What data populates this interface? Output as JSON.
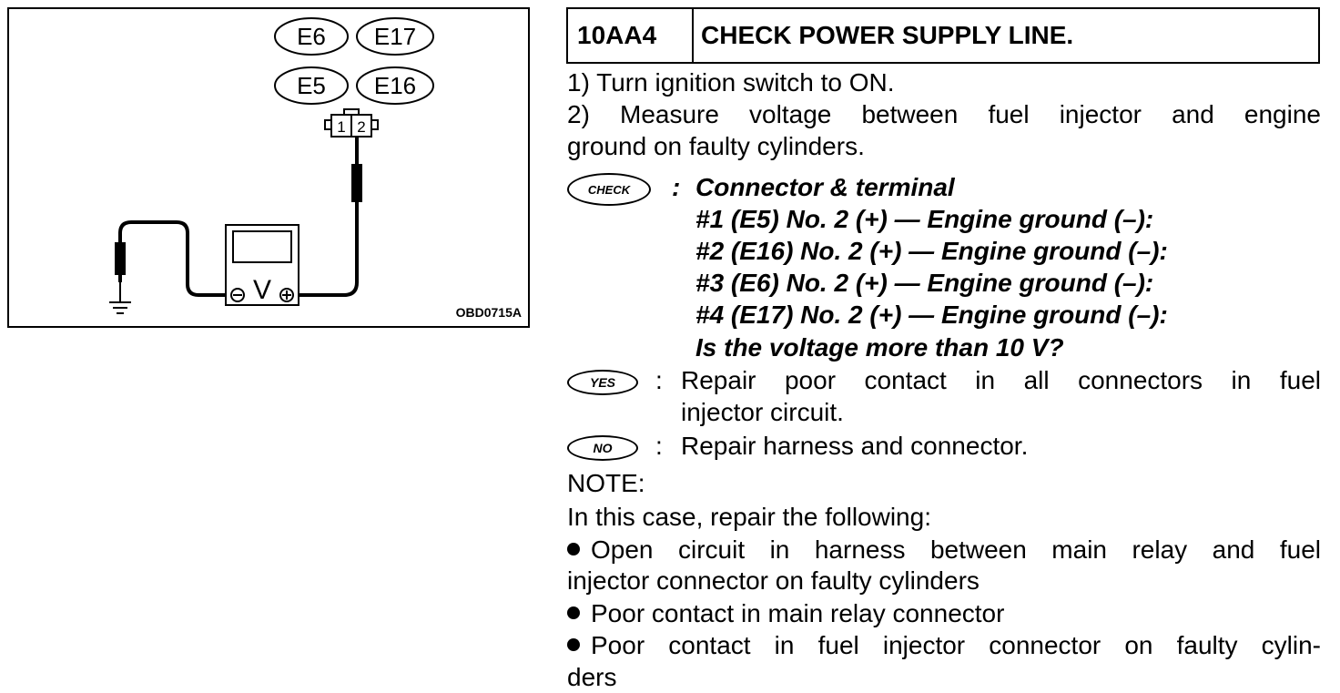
{
  "diagram": {
    "connector_badges": [
      "E6",
      "E17",
      "E5",
      "E16"
    ],
    "connector_pins": [
      "1",
      "2"
    ],
    "meter_symbol": "V",
    "figure_code": "OBD0715A"
  },
  "step": {
    "id": "10AA4",
    "title": "CHECK POWER SUPPLY LINE."
  },
  "instructions": {
    "line1": "1) Turn ignition switch to ON.",
    "line2a": "2) Measure voltage between fuel injector and engine",
    "line2b": "ground on faulty cylinders."
  },
  "check": {
    "badge": "CHECK",
    "colon": ":",
    "lines": [
      "Connector & terminal",
      "#1 (E5) No. 2 (+) — Engine ground (–):",
      "#2 (E16) No. 2 (+) — Engine ground (–):",
      "#3 (E6) No. 2 (+) — Engine ground (–):",
      "#4 (E17) No. 2 (+) — Engine ground (–):",
      "Is the voltage more than 10 V?"
    ]
  },
  "yes": {
    "badge": "YES",
    "colon": ":",
    "line1": "Repair poor contact in all connectors in fuel",
    "line2": "injector circuit."
  },
  "no": {
    "badge": "NO",
    "colon": ":",
    "line1": "Repair harness and connector."
  },
  "note": {
    "heading": "NOTE:",
    "intro": "In this case, repair the following:",
    "bullet1a": "Open circuit in harness between main relay and fuel",
    "bullet1b": "injector connector on faulty cylinders",
    "bullet2": "Poor contact in main relay connector",
    "bullet3a": "Poor contact in fuel injector connector on faulty cylin-",
    "bullet3b": "ders"
  }
}
